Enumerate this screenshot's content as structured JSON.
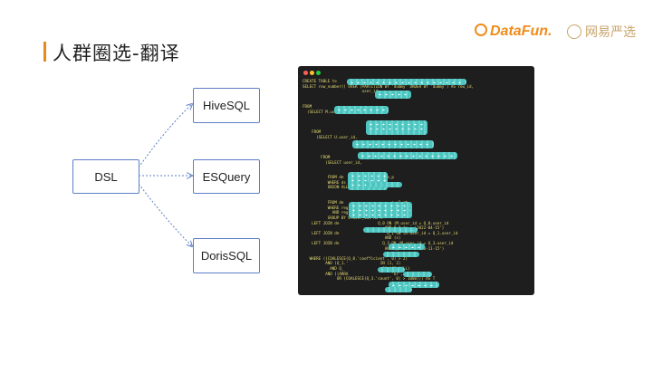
{
  "slide": {
    "title": "人群圈选-翻译",
    "logo_datafun": "DataFun.",
    "logo_yanxuan": "网易严选"
  },
  "diagram": {
    "source": "DSL",
    "targets": [
      "HiveSQL",
      "ESQuery",
      "DorisSQL"
    ]
  },
  "code_window": {
    "lines": [
      "CREATE TABLE te                              1004 STORED AS PARQUET AS",
      "SELECT row_number() OVER (PARTITION BY 'dummy' ORDER BY 'dummy') AS row_id,",
      "                          user_id,",
      "",
      "",
      "FROM",
      "  (SELECT M.user_id AS user_id,",
      "",
      "",
      "",
      "    FROM",
      "      (SELECT U.user_id,",
      "",
      "",
      "",
      "        FROM",
      "          (SELECT user_id,",
      "",
      "",
      "           FROM de                  fa_p",
      "           WHERE ds = '2022-04-15'",
      "           UNION ALL SELECT user_id,",
      "",
      "",
      "           FROM de                     a_u2_rt",
      "           WHERE reg_date = '2022-04-15'",
      "             AND reg_time >= 1650000000) U",
      "           GROUP BY U.user_id) AS M",
      "    LEFT JOIN de                 Q_0 ON (M.user_id = Q_0.user_id",
      "                                    AND Q_0.ds = '2022-04-15')",
      "    LEFT JOIN de                     Q_1 ON (M.user_id = Q_1.user_id",
      "                                    AND (s)",
      "    LEFT JOIN de                   Q_3 ON (M.user_id = Q_3.user_id",
      "                                    AND Q_3.ds = '2020-11-15')",
      "",
      "   WHERE ((COALESCE(Q_0.'coefficient', 0) > 2)",
      "          AND (Q_1.'              IN (1, 2)",
      "            AND Q_                 IS NOT NULL)",
      "          AND ((ARRA                   'kr', '2')",
      "               OR (COALESCE(Q_3.'count', 0) > 1000))) AS T"
    ]
  }
}
